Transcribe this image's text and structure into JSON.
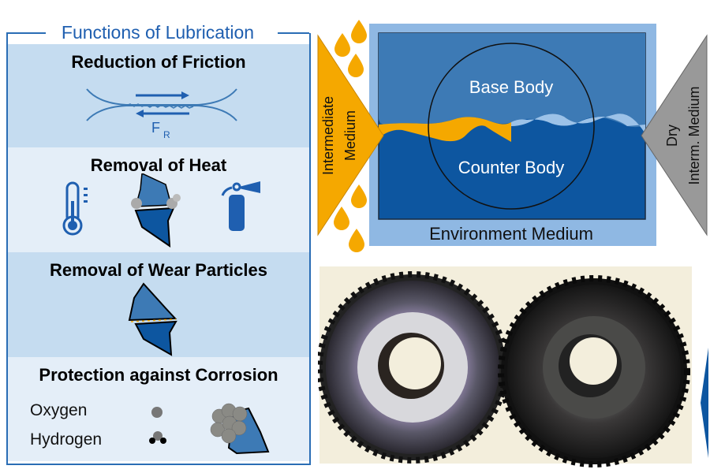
{
  "panel": {
    "title": "Functions of Lubrication",
    "sections": [
      {
        "heading": "Reduction of Friction",
        "force_label": "F",
        "force_subscript": "R"
      },
      {
        "heading": "Removal of Heat"
      },
      {
        "heading": "Removal of Wear Particles"
      },
      {
        "heading": "Protection against Corrosion",
        "legend": [
          "Oxygen",
          "Hydrogen"
        ]
      }
    ]
  },
  "diagram": {
    "base_body": "Base Body",
    "counter_body": "Counter Body",
    "environment": "Environment Medium",
    "intermediate_line1": "Intermediate",
    "intermediate_line2": "Medium",
    "dry_line1": "Dry",
    "dry_line2": "Interm. Medium"
  },
  "colors": {
    "accent": "#1f5fb0",
    "lubricant": "#f5a800",
    "base_body": "#3d7ab5",
    "counter_body": "#0d56a0",
    "environment": "#8fb8e3",
    "dry_medium": "#999999"
  }
}
